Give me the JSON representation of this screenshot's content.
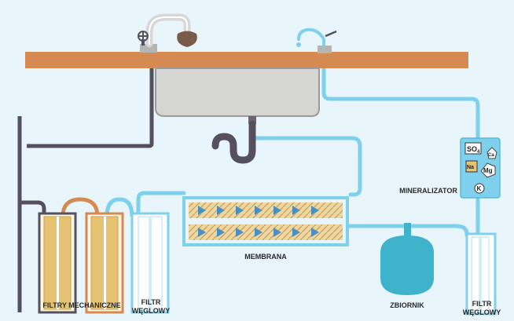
{
  "labels": {
    "mechanical_filters": "FILTRY MECHANICZNE",
    "carbon_filter_1_line1": "FILTR",
    "carbon_filter_1_line2": "WĘGLOWY",
    "membrane": "MEMBRANA",
    "tank": "ZBIORNIK",
    "carbon_filter_2_line1": "FILTR",
    "carbon_filter_2_line2": "WĘGLOWY",
    "mineralizer": "MINERALIZATOR"
  },
  "mineral_symbols": {
    "so": "SO",
    "so_sub": "4",
    "na": "Na",
    "ca": "Ca",
    "mg": "Mg",
    "k": "K"
  },
  "colors": {
    "background": "#e8f6fc",
    "countertop": "#d48a50",
    "dark_pipe": "#54505e",
    "light_pipe": "#7fd0ec",
    "cartridge": "#e5c372",
    "tank": "#3fb2cc",
    "membrane_fill": "#eed8a0"
  },
  "icons": [
    "faucet-icon",
    "drinking-tap-icon",
    "sink-icon",
    "siphon-icon",
    "pressure-tank-icon"
  ]
}
